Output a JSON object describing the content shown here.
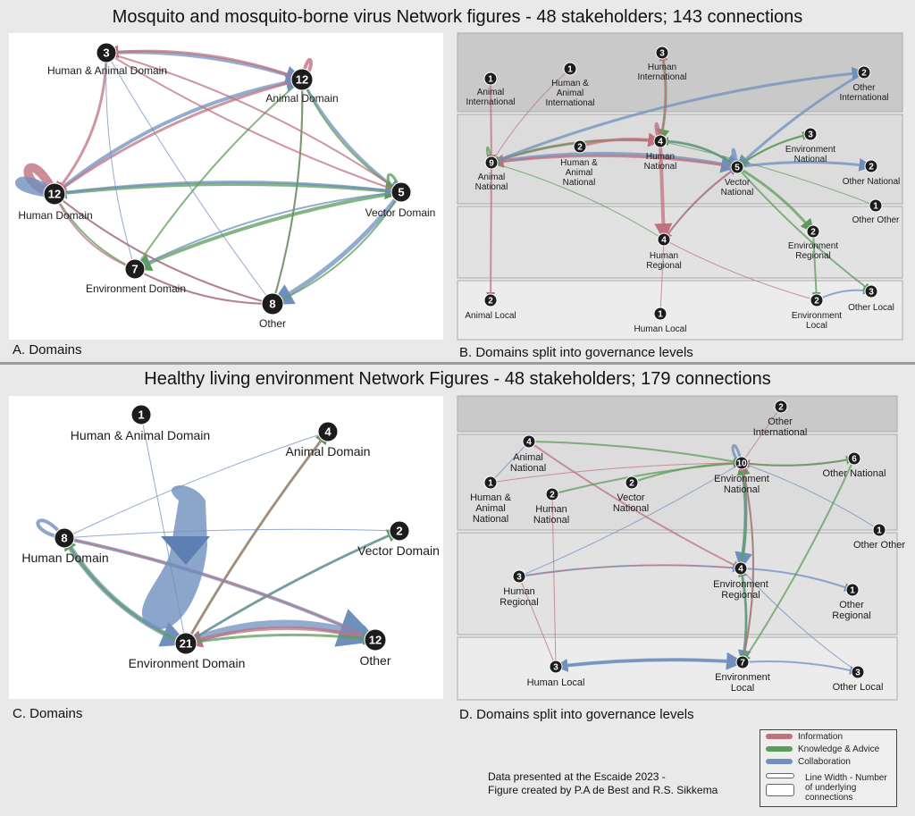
{
  "title_top": "Mosquito and mosquito-borne virus Network figures - 48 stakeholders; 143 connections",
  "title_bottom": "Healthy living environment Network Figures - 48 stakeholders; 179 connections",
  "captions": {
    "a": "A. Domains",
    "b": "B. Domains split into governance levels",
    "c": "C. Domains",
    "d": "D. Domains split into governance levels"
  },
  "note": {
    "line1": "Data presented at the Escaide 2023 -",
    "line2": "Figure created by P.A de Best and R.S. Sikkema"
  },
  "legend": {
    "information": "Information",
    "knowledge": "Knowledge & Advice",
    "collaboration": "Collaboration",
    "width_line1": "Line Width - Number",
    "width_line2": "of underlying",
    "width_line3": "connections"
  },
  "colors": {
    "information": "#c0717e",
    "knowledge": "#5c9c5a",
    "collaboration": "#6f8fbd",
    "node": "#1c1c1c"
  },
  "panelA": {
    "nodes": [
      {
        "id": "human_animal",
        "count": "3",
        "label": "Human & Animal Domain"
      },
      {
        "id": "animal",
        "count": "12",
        "label": "Animal Domain"
      },
      {
        "id": "human",
        "count": "12",
        "label": "Human Domain"
      },
      {
        "id": "vector",
        "count": "5",
        "label": "Vector Domain"
      },
      {
        "id": "environment",
        "count": "7",
        "label": "Environment Domain"
      },
      {
        "id": "other",
        "count": "8",
        "label": "Other"
      }
    ]
  },
  "panelB": {
    "nodes": [
      {
        "id": "animal_int",
        "count": "1",
        "label": [
          "Animal",
          "International"
        ]
      },
      {
        "id": "ha_int",
        "count": "1",
        "label": [
          "Human &",
          "Animal",
          "International"
        ]
      },
      {
        "id": "human_int",
        "count": "3",
        "label": [
          "Human",
          "International"
        ]
      },
      {
        "id": "other_int",
        "count": "2",
        "label": [
          "Other",
          "International"
        ]
      },
      {
        "id": "animal_nat",
        "count": "9",
        "label": [
          "Animal",
          "National"
        ]
      },
      {
        "id": "ha_nat",
        "count": "2",
        "label": [
          "Human &",
          "Animal",
          "National"
        ]
      },
      {
        "id": "human_nat",
        "count": "4",
        "label": [
          "Human",
          "National"
        ]
      },
      {
        "id": "vector_nat",
        "count": "5",
        "label": [
          "Vector",
          "National"
        ]
      },
      {
        "id": "env_nat",
        "count": "3",
        "label": [
          "Environment",
          "National"
        ]
      },
      {
        "id": "other_nat",
        "count": "2",
        "label": [
          "Other National"
        ]
      },
      {
        "id": "other_other",
        "count": "1",
        "label": [
          "Other Other"
        ]
      },
      {
        "id": "human_reg",
        "count": "4",
        "label": [
          "Human",
          "Regional"
        ]
      },
      {
        "id": "env_reg",
        "count": "2",
        "label": [
          "Environment",
          "Regional"
        ]
      },
      {
        "id": "animal_loc",
        "count": "2",
        "label": [
          "Animal Local"
        ]
      },
      {
        "id": "human_loc",
        "count": "1",
        "label": [
          "Human Local"
        ]
      },
      {
        "id": "env_loc",
        "count": "2",
        "label": [
          "Environment",
          "Local"
        ]
      },
      {
        "id": "other_loc",
        "count": "3",
        "label": [
          "Other Local"
        ]
      }
    ]
  },
  "panelC": {
    "nodes": [
      {
        "id": "human_animal",
        "count": "1",
        "label": "Human & Animal Domain"
      },
      {
        "id": "animal",
        "count": "4",
        "label": "Animal Domain"
      },
      {
        "id": "vector",
        "count": "2",
        "label": "Vector Domain"
      },
      {
        "id": "human",
        "count": "8",
        "label": "Human Domain"
      },
      {
        "id": "environment",
        "count": "21",
        "label": "Environment Domain"
      },
      {
        "id": "other",
        "count": "12",
        "label": "Other"
      }
    ]
  },
  "panelD": {
    "nodes": [
      {
        "id": "other_int",
        "count": "2",
        "label": [
          "Other",
          "International"
        ]
      },
      {
        "id": "animal_nat",
        "count": "4",
        "label": [
          "Animal",
          "National"
        ]
      },
      {
        "id": "ha_nat",
        "count": "1",
        "label": [
          "Human &",
          "Animal",
          "National"
        ]
      },
      {
        "id": "human_nat",
        "count": "2",
        "label": [
          "Human",
          "National"
        ]
      },
      {
        "id": "vector_nat",
        "count": "2",
        "label": [
          "Vector",
          "National"
        ]
      },
      {
        "id": "env_nat",
        "count": "10",
        "label": [
          "Environment",
          "National"
        ]
      },
      {
        "id": "other_nat",
        "count": "6",
        "label": [
          "Other National"
        ]
      },
      {
        "id": "other_other",
        "count": "1",
        "label": [
          "Other Other"
        ]
      },
      {
        "id": "human_reg",
        "count": "3",
        "label": [
          "Human",
          "Regional"
        ]
      },
      {
        "id": "env_reg",
        "count": "4",
        "label": [
          "Environment",
          "Regional"
        ]
      },
      {
        "id": "other_reg",
        "count": "1",
        "label": [
          "Other",
          "Regional"
        ]
      },
      {
        "id": "human_loc",
        "count": "3",
        "label": [
          "Human Local"
        ]
      },
      {
        "id": "env_loc",
        "count": "7",
        "label": [
          "Environment",
          "Local"
        ]
      },
      {
        "id": "other_loc",
        "count": "3",
        "label": [
          "Other Local"
        ]
      }
    ]
  }
}
